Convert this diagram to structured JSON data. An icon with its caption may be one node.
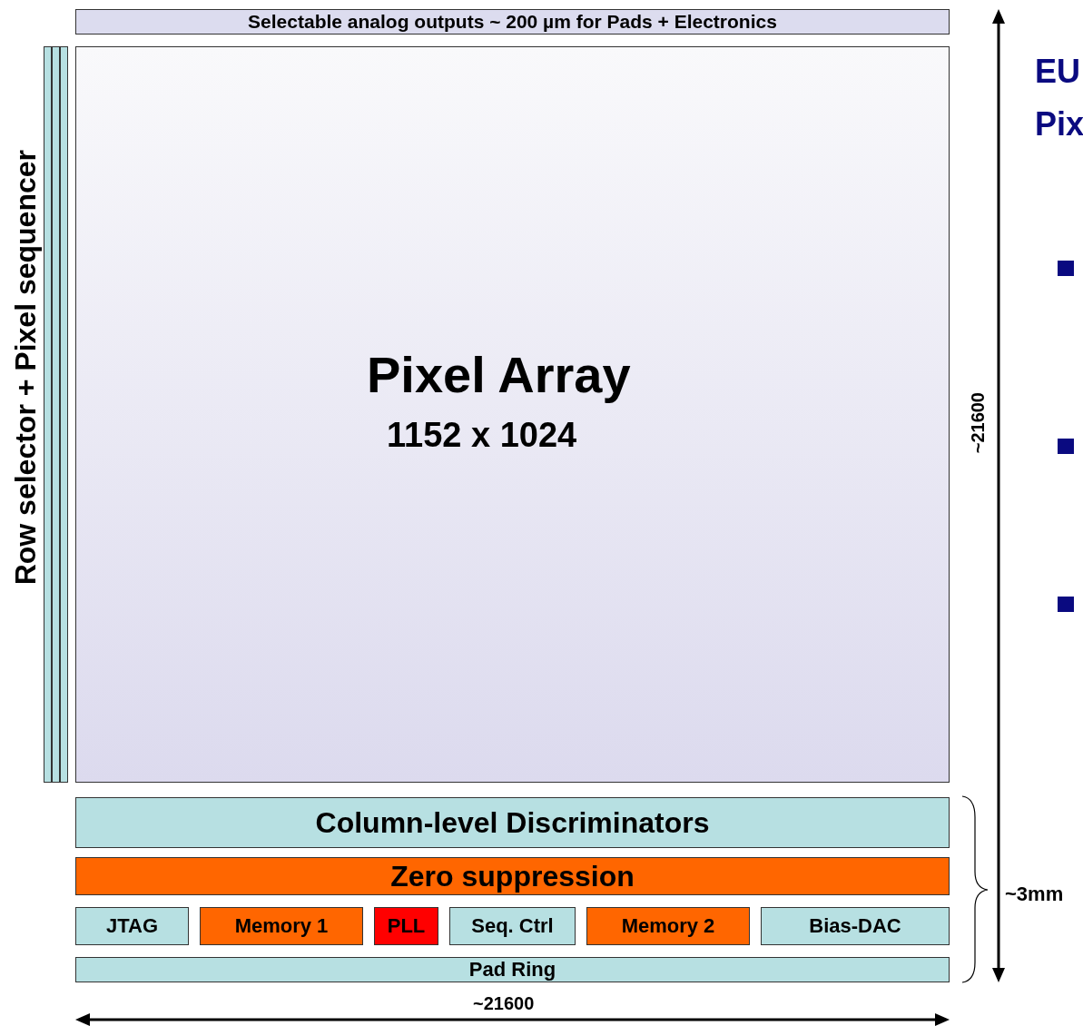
{
  "diagram": {
    "nodes": [
      {
        "text": [
          "Selectable analog outputs ~ 200 µm for Pads + Electronics"
        ]
      },
      {
        "text": [
          "Row selector + Pixel sequencer"
        ]
      },
      {
        "text": [
          "Pixel Array",
          "1152 x 1024"
        ]
      },
      {
        "text": [
          "Column-level Discriminators"
        ]
      },
      {
        "text": [
          "Zero suppression"
        ]
      },
      {
        "text": [
          "JTAG"
        ]
      },
      {
        "text": [
          "Memory 1"
        ]
      },
      {
        "text": [
          "PLL"
        ]
      },
      {
        "text": [
          "Seq. Ctrl"
        ]
      },
      {
        "text": [
          "Memory 2"
        ]
      },
      {
        "text": [
          "Bias-DAC"
        ]
      },
      {
        "text": [
          "Pad Ring"
        ]
      }
    ],
    "edges": [],
    "labels": [
      "EU",
      "Pix",
      "~21600",
      "~3mm",
      "~21600"
    ]
  }
}
